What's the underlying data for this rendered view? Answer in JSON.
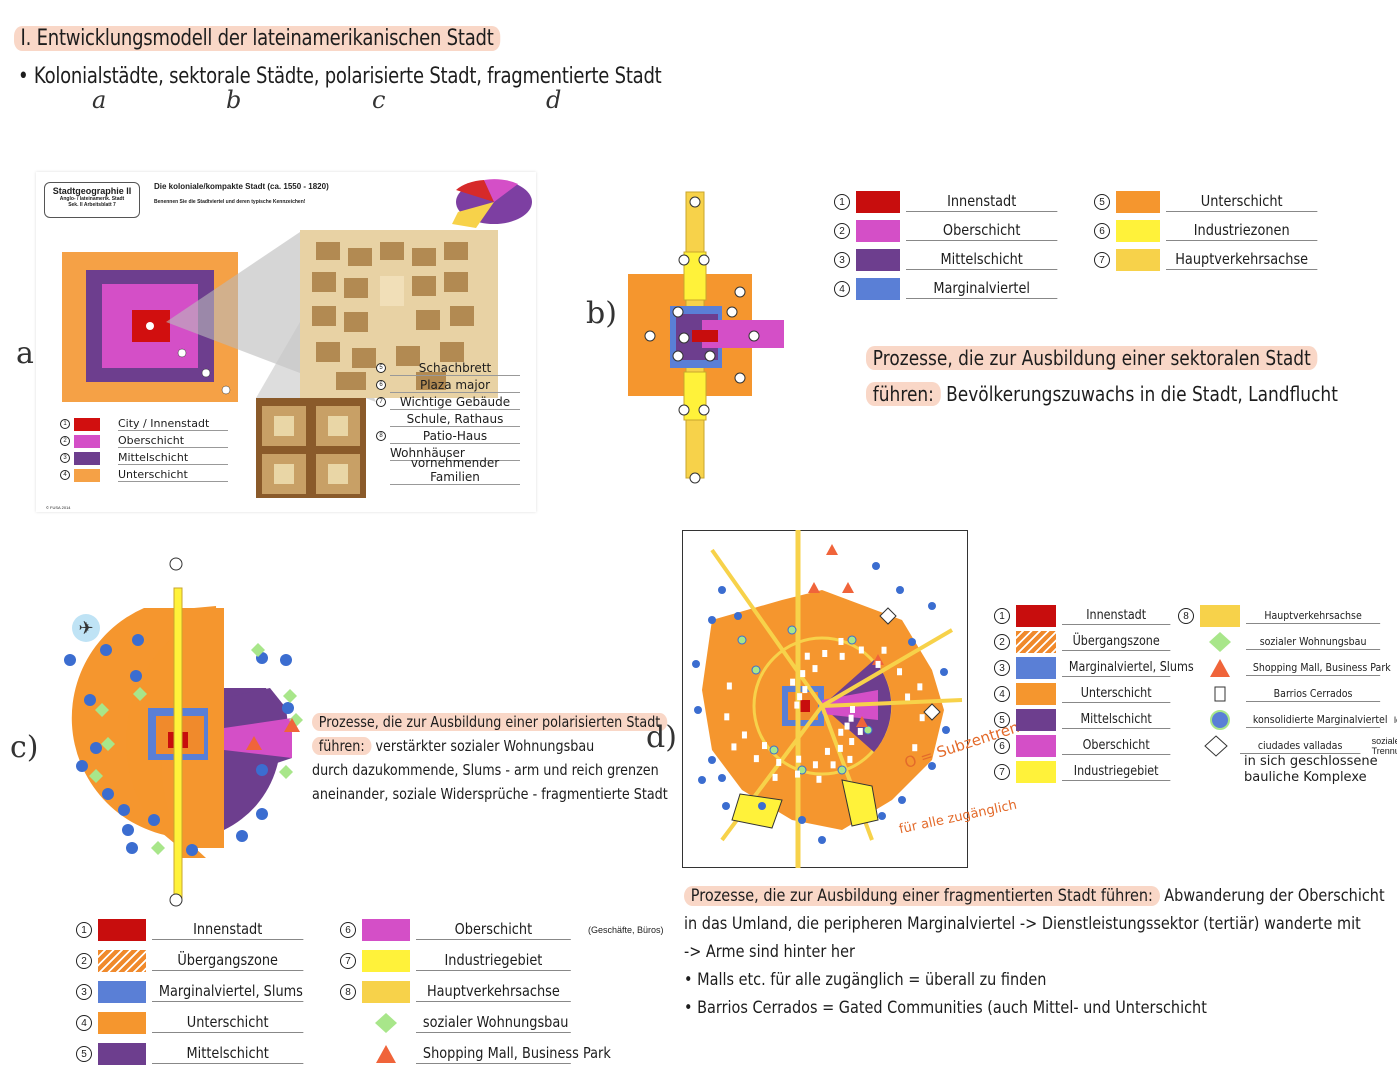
{
  "header": {
    "title": "I. Entwicklungsmodell der lateinamerikanischen Stadt",
    "subtitle": "• Kolonialstädte, sektorale Städte, polarisierte Stadt, fragmentierte Stadt",
    "letters": [
      "a",
      "b",
      "c",
      "d"
    ]
  },
  "section_a": {
    "letter": "a)",
    "sheet": {
      "title": "Stadtgeographie II",
      "sub1": "Anglo- / lateinamerik. Stadt",
      "sub2": "Sek. II  Arbeitsblatt 7",
      "heading": "Die koloniale/kompakte Stadt (ca. 1550 - 1820)",
      "instruction": "Benennen Sie die Stadtviertel und deren typische Kennzeichen!",
      "copyright": "© FUSA 2014"
    },
    "legend": [
      {
        "n": "1",
        "label": "City / Innenstadt",
        "color": "#d10f0f"
      },
      {
        "n": "2",
        "label": "Oberschicht",
        "color": "#d44fc7"
      },
      {
        "n": "3",
        "label": "Mittelschicht",
        "color": "#6d3e8e"
      },
      {
        "n": "4",
        "label": "Unterschicht",
        "color": "#f5a146"
      }
    ],
    "features": [
      {
        "n": "5",
        "text": "Schachbrett"
      },
      {
        "n": "6",
        "text": "Plaza major"
      },
      {
        "n": "7",
        "text": "Wichtige Gebäude"
      },
      {
        "n": "",
        "text": "Schule, Rathaus"
      },
      {
        "n": "8",
        "text": "Patio-Haus"
      },
      {
        "n": "",
        "text": "Wohnhäuser"
      },
      {
        "n": "",
        "text": "vornehmender Familien"
      }
    ]
  },
  "section_b": {
    "letter": "b)",
    "legend_left": [
      {
        "n": "1",
        "label": "Innenstadt",
        "color": "#c80d0d"
      },
      {
        "n": "2",
        "label": "Oberschicht",
        "color": "#d44fc7"
      },
      {
        "n": "3",
        "label": "Mittelschicht",
        "color": "#6d3e8e"
      },
      {
        "n": "4",
        "label": "Marginalviertel",
        "color": "#5a7fd6"
      }
    ],
    "legend_right": [
      {
        "n": "5",
        "label": "Unterschicht",
        "color": "#f5962e"
      },
      {
        "n": "6",
        "label": "Industriezonen",
        "color": "#fff23a"
      },
      {
        "n": "7",
        "label": "Hauptverkehrsachse",
        "color": "#f7d24a"
      }
    ],
    "process_line1": "Prozesse, die zur Ausbildung einer sektoralen Stadt",
    "process_line2_hl": "führen:",
    "process_line2_rest": " Bevölkerungszuwachs in die Stadt, Landflucht"
  },
  "section_c": {
    "letter": "c)",
    "process_line1": "Prozesse, die zur Ausbildung einer polarisierten Stadt",
    "process_line2_hl": "führen:",
    "process_line2_rest": " verstärkter sozialer Wohnungsbau",
    "process_line3": "durch dazukommende, Slums - arm und reich grenzen",
    "process_line4": "aneinander, soziale Widersprüche - fragmentierte Stadt",
    "legend_left": [
      {
        "n": "1",
        "label": "Innenstadt",
        "color": "#c80d0d"
      },
      {
        "n": "2",
        "label": "Übergangszone",
        "color": "stripe"
      },
      {
        "n": "3",
        "label": "Marginalviertel, Slums",
        "color": "#5a7fd6"
      },
      {
        "n": "4",
        "label": "Unterschicht",
        "color": "#f5962e"
      },
      {
        "n": "5",
        "label": "Mittelschicht",
        "color": "#6d3e8e"
      }
    ],
    "legend_right": [
      {
        "n": "6",
        "label": "Oberschicht",
        "note": "(Geschäfte, Büros)",
        "color": "#d44fc7"
      },
      {
        "n": "7",
        "label": "Industriegebiet",
        "color": "#fff23a"
      },
      {
        "n": "8",
        "label": "Hauptverkehrsachse",
        "color": "#f7d24a"
      },
      {
        "n": "",
        "label": "sozialer Wohnungsbau",
        "color": "diamond"
      },
      {
        "n": "",
        "label": "Shopping Mall, Business Park",
        "color": "triangle"
      }
    ]
  },
  "section_d": {
    "letter": "d)",
    "annot1": "O = Subzentren",
    "annot2": "für alle zugänglich",
    "legend_left": [
      {
        "n": "1",
        "label": "Innenstadt",
        "color": "#c80d0d"
      },
      {
        "n": "2",
        "label": "Übergangszone",
        "color": "stripe"
      },
      {
        "n": "3",
        "label": "Marginalviertel, Slums",
        "color": "#5a7fd6"
      },
      {
        "n": "4",
        "label": "Unterschicht",
        "color": "#f5962e"
      },
      {
        "n": "5",
        "label": "Mittelschicht",
        "color": "#6d3e8e"
      },
      {
        "n": "6",
        "label": "Oberschicht",
        "color": "#d44fc7"
      },
      {
        "n": "7",
        "label": "Industriegebiet",
        "color": "#fff23a"
      }
    ],
    "legend_right": [
      {
        "n": "8",
        "label": "Hauptverkehrsachse",
        "color": "#f7d24a"
      },
      {
        "n": "",
        "label": "sozialer Wohnungsbau",
        "color": "diamond"
      },
      {
        "n": "",
        "label": "Shopping Mall, Business Park",
        "color": "triangle"
      },
      {
        "n": "",
        "label": "Barrios Cerrados",
        "color": "square"
      },
      {
        "n": "",
        "label": "konsolidierte Marginalviertel",
        "note": "legalisiert",
        "color": "circle"
      },
      {
        "n": "",
        "label": "ciudades valladas",
        "note": "soziale Trennung",
        "color": "hollow-diamond"
      }
    ],
    "enclosed_note1": "in sich geschlossene",
    "enclosed_note2": "bauliche Komplexe",
    "process_line1_hl": "Prozesse, die zur Ausbildung einer fragmentierten Stadt führen:",
    "process_line1_rest": " Abwanderung der Oberschicht",
    "process_line2": "in das Umland, die peripheren Marginalviertel -> Dienstleistungssektor (tertiär) wanderte mit",
    "process_line3": "-> Arme sind hinter her",
    "process_line4": "• Malls etc. für alle zugänglich = überall zu finden",
    "process_line5": "• Barrios Cerrados = Gated Communities (auch Mittel- und Unterschicht"
  },
  "colors": {
    "innenstadt": "#c80d0d",
    "oberschicht": "#d44fc7",
    "mittelschicht": "#6d3e8e",
    "unterschicht": "#f5962e",
    "marginal": "#5a7fd6",
    "industrie": "#fff23a",
    "verkehr": "#f7d24a",
    "highlight": "#f9d7c7"
  }
}
